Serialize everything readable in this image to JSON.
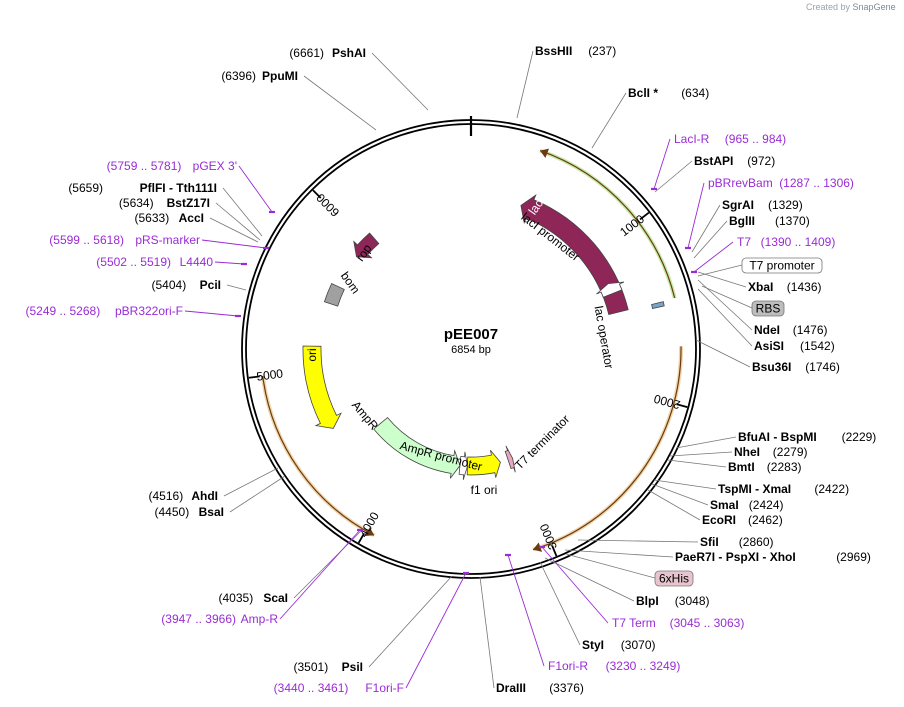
{
  "watermark": {
    "prefix": "Created by",
    "brand": "SnapGene"
  },
  "plasmid": {
    "name": "pEE007",
    "size_label": "6854 bp",
    "total_bp": 6854
  },
  "ticks": [
    {
      "bp": 1000,
      "label": "1000"
    },
    {
      "bp": 2000,
      "label": "2000"
    },
    {
      "bp": 3000,
      "label": "3000"
    },
    {
      "bp": 4000,
      "label": "4000"
    },
    {
      "bp": 5000,
      "label": "5000"
    },
    {
      "bp": 6000,
      "label": "6000"
    }
  ],
  "sites": [
    {
      "name": "PshAI",
      "pos": "(6661)",
      "bp": 6661,
      "side": "L"
    },
    {
      "name": "PpuMI",
      "pos": "(6396)",
      "bp": 6396,
      "side": "L"
    },
    {
      "name": "BssHII",
      "pos": "(237)",
      "bp": 237,
      "side": "R"
    },
    {
      "name": "BclI *",
      "pos": "(634)",
      "bp": 634,
      "side": "R"
    },
    {
      "name": "BstAPI",
      "pos": "(972)",
      "bp": 972,
      "side": "R"
    },
    {
      "name": "SgrAI",
      "pos": "(1329)",
      "bp": 1329,
      "side": "R"
    },
    {
      "name": "BglII",
      "pos": "(1370)",
      "bp": 1370,
      "side": "R"
    },
    {
      "name": "XbaI",
      "pos": "(1436)",
      "bp": 1436,
      "side": "R"
    },
    {
      "name": "NdeI",
      "pos": "(1476)",
      "bp": 1476,
      "side": "R"
    },
    {
      "name": "AsiSI",
      "pos": "(1542)",
      "bp": 1542,
      "side": "R"
    },
    {
      "name": "Bsu36I",
      "pos": "(1746)",
      "bp": 1746,
      "side": "R"
    },
    {
      "name": "BfuAI - BspMI",
      "pos": "(2229)",
      "bp": 2229,
      "side": "R"
    },
    {
      "name": "NheI",
      "pos": "(2279)",
      "bp": 2279,
      "side": "R"
    },
    {
      "name": "BmtI",
      "pos": "(2283)",
      "bp": 2283,
      "side": "R"
    },
    {
      "name": "TspMI - XmaI",
      "pos": "(2422)",
      "bp": 2422,
      "side": "R"
    },
    {
      "name": "SmaI",
      "pos": "(2424)",
      "bp": 2424,
      "side": "R"
    },
    {
      "name": "EcoRI",
      "pos": "(2462)",
      "bp": 2462,
      "side": "R"
    },
    {
      "name": "SfiI",
      "pos": "(2860)",
      "bp": 2860,
      "side": "R"
    },
    {
      "name": "PaeR7I - PspXI - XhoI",
      "pos": "(2969)",
      "bp": 2969,
      "side": "R"
    },
    {
      "name": "BlpI",
      "pos": "(3048)",
      "bp": 3048,
      "side": "R"
    },
    {
      "name": "StyI",
      "pos": "(3070)",
      "bp": 3070,
      "side": "R"
    },
    {
      "name": "DraIII",
      "pos": "(3376)",
      "bp": 3376,
      "side": "R"
    },
    {
      "name": "PsiI",
      "pos": "(3501)",
      "bp": 3501,
      "side": "L"
    },
    {
      "name": "ScaI",
      "pos": "(4035)",
      "bp": 4035,
      "side": "L"
    },
    {
      "name": "BsaI",
      "pos": "(4450)",
      "bp": 4450,
      "side": "L"
    },
    {
      "name": "AhdI",
      "pos": "(4516)",
      "bp": 4516,
      "side": "L"
    },
    {
      "name": "PciI",
      "pos": "(5404)",
      "bp": 5404,
      "side": "L"
    },
    {
      "name": "AccI",
      "pos": "(5633)",
      "bp": 5633,
      "side": "L"
    },
    {
      "name": "BstZ17I",
      "pos": "(5634)",
      "bp": 5634,
      "side": "L"
    },
    {
      "name": "PflFI - Tth111I",
      "pos": "(5659)",
      "bp": 5659,
      "side": "L"
    }
  ],
  "primers": [
    {
      "name": "LacI-R",
      "range": "(965 .. 984)",
      "bp": 975,
      "side": "R"
    },
    {
      "name": "pBRrevBam",
      "range": "(1287 .. 1306)",
      "bp": 1296,
      "side": "R"
    },
    {
      "name": "T7",
      "range": "(1390 .. 1409)",
      "bp": 1400,
      "side": "R"
    },
    {
      "name": "T7 Term",
      "range": "(3045 .. 3063)",
      "bp": 3054,
      "side": "R"
    },
    {
      "name": "F1ori-R",
      "range": "(3230 .. 3249)",
      "bp": 3240,
      "side": "R"
    },
    {
      "name": "F1ori-F",
      "range": "(3440 .. 3461)",
      "bp": 3450,
      "side": "L"
    },
    {
      "name": "Amp-R",
      "range": "(3947 .. 3966)",
      "bp": 3956,
      "side": "L"
    },
    {
      "name": "pBR322ori-F",
      "range": "(5249 .. 5268)",
      "bp": 5258,
      "side": "L"
    },
    {
      "name": "L4440",
      "range": "(5502 .. 5519)",
      "bp": 5510,
      "side": "L"
    },
    {
      "name": "pRS-marker",
      "range": "(5599 .. 5618)",
      "bp": 5608,
      "side": "L"
    },
    {
      "name": "pGEX 3'",
      "range": "(5759 .. 5781)",
      "bp": 5770,
      "side": "L"
    }
  ],
  "boxed_features": [
    {
      "name": "T7 promoter",
      "bp": 1385,
      "fill": "#ffffff"
    },
    {
      "name": "RBS",
      "bp": 1460,
      "fill": "#bdbdbd"
    },
    {
      "name": "6xHis",
      "bp": 3020,
      "fill": "#e8c4cf"
    }
  ],
  "features": [
    {
      "name": "lacI",
      "start": 365,
      "end": 1446,
      "direction": "ccw",
      "color": "#8e2658",
      "text_color": "#ffffff"
    },
    {
      "name": "lacI promoter",
      "start": 1228,
      "end": 1306,
      "direction": "ccw",
      "color": "#ffffff",
      "text_color": "#000000"
    },
    {
      "name": "lac operator",
      "start": 1450,
      "end": 1474,
      "direction": "none",
      "color": "#79a6c8",
      "text_color": "#000000"
    },
    {
      "name": "T7 terminator",
      "start": 3030,
      "end": 3075,
      "direction": "ccw",
      "color": "#e8a7c0",
      "text_color": "#000000"
    },
    {
      "name": "f1 ori",
      "start": 3150,
      "end": 3460,
      "direction": "ccw",
      "color": "#ffff00",
      "text_color": "#000000"
    },
    {
      "name": "AmpR promoter",
      "start": 3460,
      "end": 3530,
      "direction": "ccw",
      "color": "#ffffff",
      "text_color": "#000000"
    },
    {
      "name": "AmpR",
      "start": 3530,
      "end": 4390,
      "direction": "ccw",
      "color": "#ccffcc",
      "text_color": "#000000"
    },
    {
      "name": "ori",
      "start": 4570,
      "end": 5160,
      "direction": "ccw",
      "color": "#ffff00",
      "text_color": "#000000"
    },
    {
      "name": "bom",
      "start": 5480,
      "end": 5620,
      "direction": "none",
      "color": "#a0a0a0",
      "text_color": "#000000"
    },
    {
      "name": "rop",
      "start": 5880,
      "end": 6070,
      "direction": "ccw",
      "color": "#8e2658",
      "text_color": "#000000"
    }
  ],
  "outer_arcs": [
    {
      "start": 365,
      "end": 1446,
      "direction": "ccw",
      "color": "#80d040"
    },
    {
      "start": 1700,
      "end": 3100,
      "direction": "cw",
      "color": "#e0a040"
    },
    {
      "start": 3950,
      "end": 5000,
      "direction": "ccw",
      "color": "#e0a040"
    }
  ]
}
